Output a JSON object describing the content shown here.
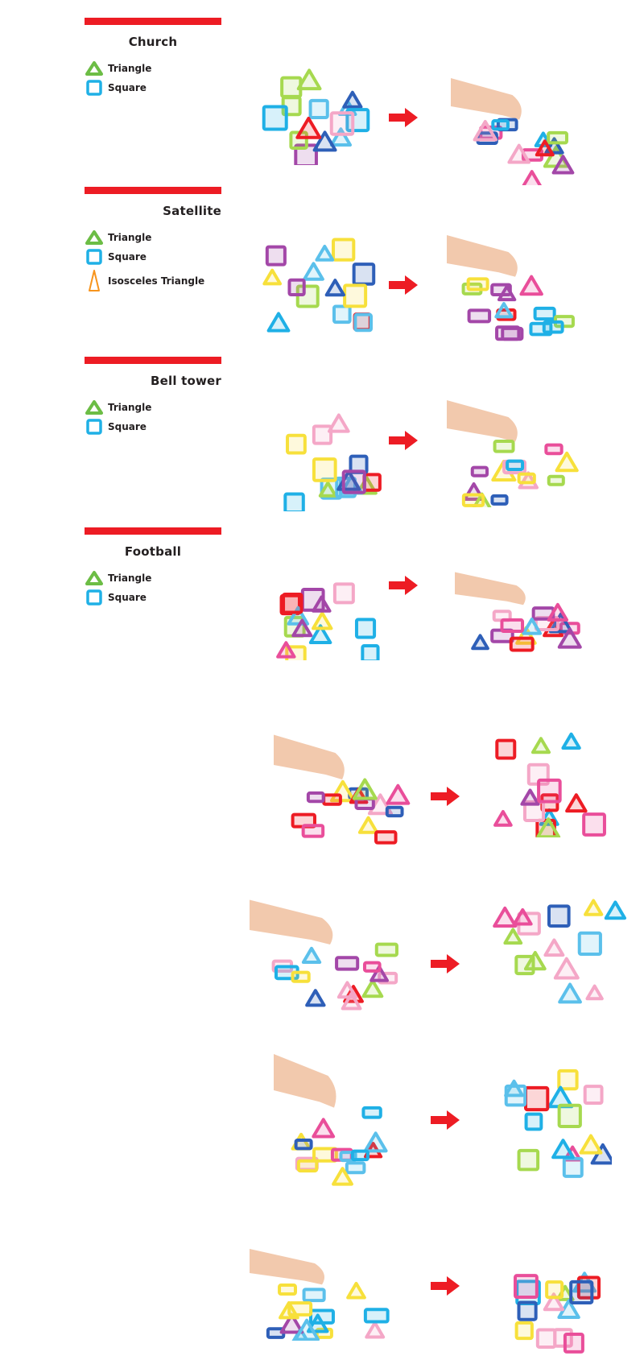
{
  "colors": {
    "accent_red": "#ed1c24",
    "triangle_green": "#6cbd45",
    "square_blue": "#1fb0e6",
    "isosceles_orange": "#f7941d"
  },
  "sections": [
    {
      "title": "Church",
      "legend": [
        {
          "shape": "triangle-icon",
          "label": "Triangle"
        },
        {
          "shape": "square-icon",
          "label": "Square"
        }
      ]
    },
    {
      "title": "Satellite",
      "legend": [
        {
          "shape": "triangle-icon",
          "label": "Triangle"
        },
        {
          "shape": "square-icon",
          "label": "Square"
        },
        {
          "shape": "isosceles-triangle-icon",
          "label": "Isosceles Triangle"
        }
      ]
    },
    {
      "title": "Bell tower",
      "legend": [
        {
          "shape": "triangle-icon",
          "label": "Triangle"
        },
        {
          "shape": "square-icon",
          "label": "Square"
        }
      ]
    },
    {
      "title": "Football",
      "legend": [
        {
          "shape": "triangle-icon",
          "label": "Triangle"
        },
        {
          "shape": "square-icon",
          "label": "Square"
        }
      ]
    }
  ],
  "steps": [
    {
      "before": "Church flat layout of magnetic tiles",
      "after": "Hand lifting church tiles"
    },
    {
      "before": "Satellite flat star layout",
      "after": "Hand lifting satellite tiles"
    },
    {
      "before": "Bell tower flat layout",
      "after": "Hand lifting bell tower tiles"
    },
    {
      "before": "Football flat layout",
      "after": "Hand lifting football tiles"
    },
    {
      "before": "Hand lifting church tiles",
      "after": "Completed church"
    },
    {
      "before": "Hand lifting satellite tiles",
      "after": "Completed satellite"
    },
    {
      "before": "Hand lifting bell tower tiles",
      "after": "Completed bell tower"
    },
    {
      "before": "Hand lifting football tiles",
      "after": "Completed football"
    }
  ]
}
